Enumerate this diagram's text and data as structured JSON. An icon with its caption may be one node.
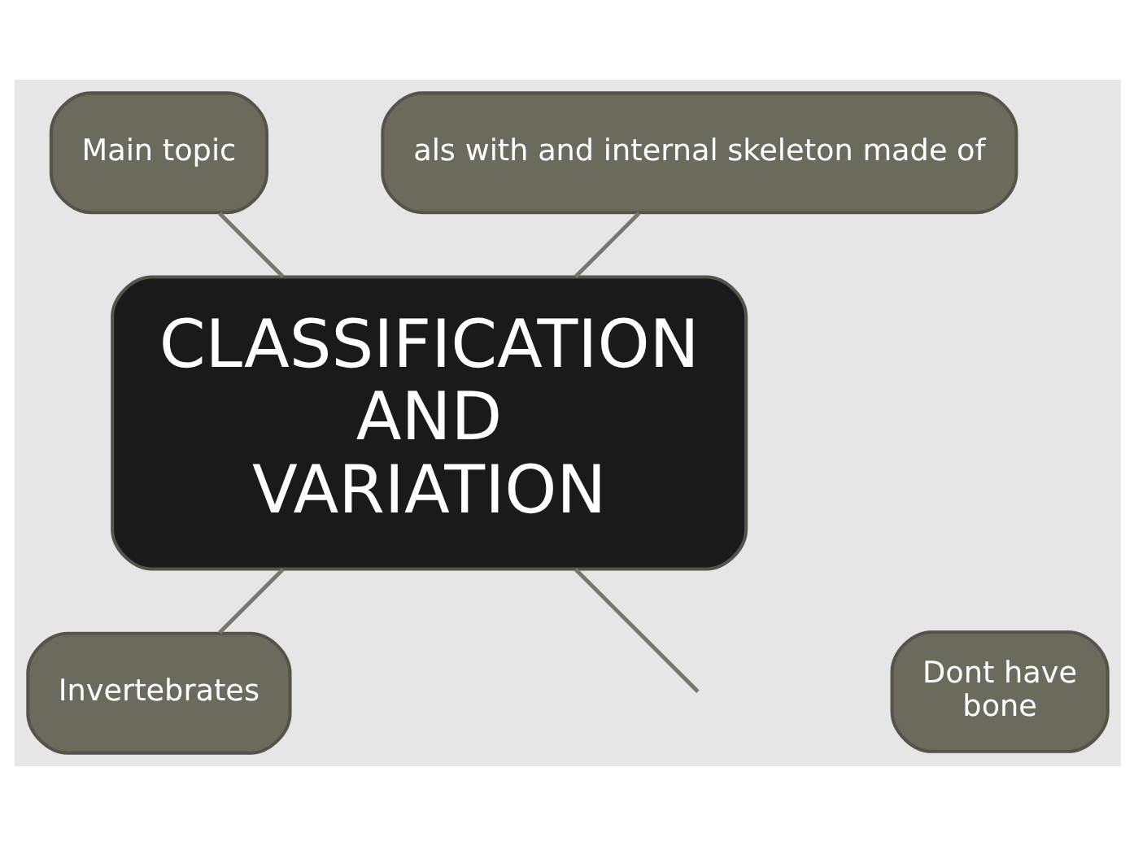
{
  "diagram": {
    "nodes": [
      {
        "text": [
          "CLASSIFICATION AND VARIATION"
        ]
      },
      {
        "text": [
          "als with and internal skeleton made of"
        ]
      },
      {
        "text": [
          "Main topic"
        ]
      },
      {
        "text": [
          "Invertebrates"
        ]
      },
      {
        "text": [
          "Dont have bone"
        ]
      }
    ],
    "edges": [
      {
        "from": 0,
        "to": null,
        "arrow": "none"
      },
      {
        "from": 0,
        "to": 1,
        "arrow": "none"
      },
      {
        "from": 0,
        "to": 2,
        "arrow": "none"
      },
      {
        "from": 0,
        "to": 3,
        "arrow": "none"
      }
    ]
  }
}
